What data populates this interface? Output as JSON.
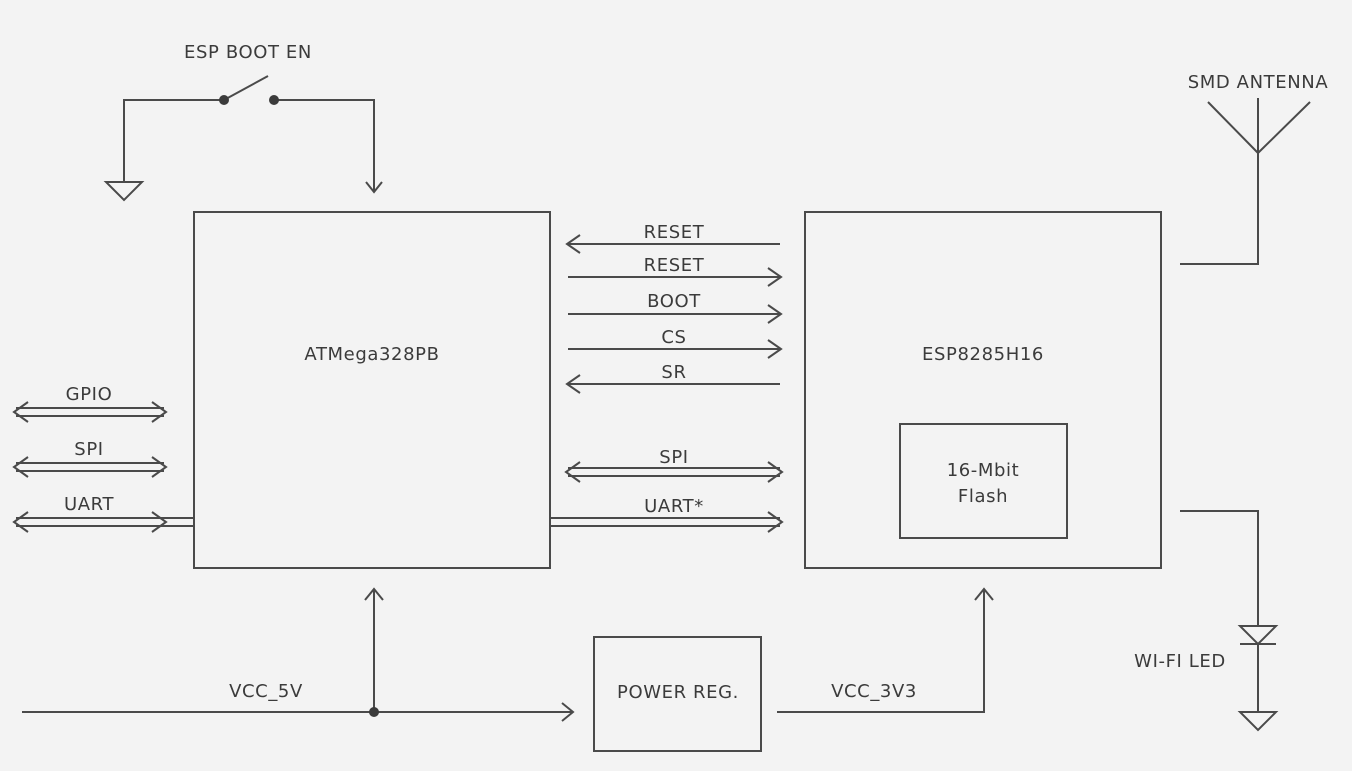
{
  "switch": {
    "label": "ESP BOOT EN"
  },
  "antenna": {
    "label": "SMD ANTENNA"
  },
  "mcu": {
    "label": "ATMega328PB"
  },
  "wifi_module": {
    "label": "ESP8285H16"
  },
  "flash": {
    "line1": "16-Mbit",
    "line2": "Flash"
  },
  "power_reg": {
    "label": "POWER REG."
  },
  "left_ports": {
    "gpio": "GPIO",
    "spi": "SPI",
    "uart": "UART"
  },
  "signals": {
    "reset_in": "RESET",
    "reset_out": "RESET",
    "boot": "BOOT",
    "cs": "CS",
    "sr": "SR",
    "spi": "SPI",
    "uart": "UART*"
  },
  "power": {
    "vcc_5v": "VCC_5V",
    "vcc_3v3": "VCC_3V3"
  },
  "led": {
    "label": "WI-FI LED"
  }
}
